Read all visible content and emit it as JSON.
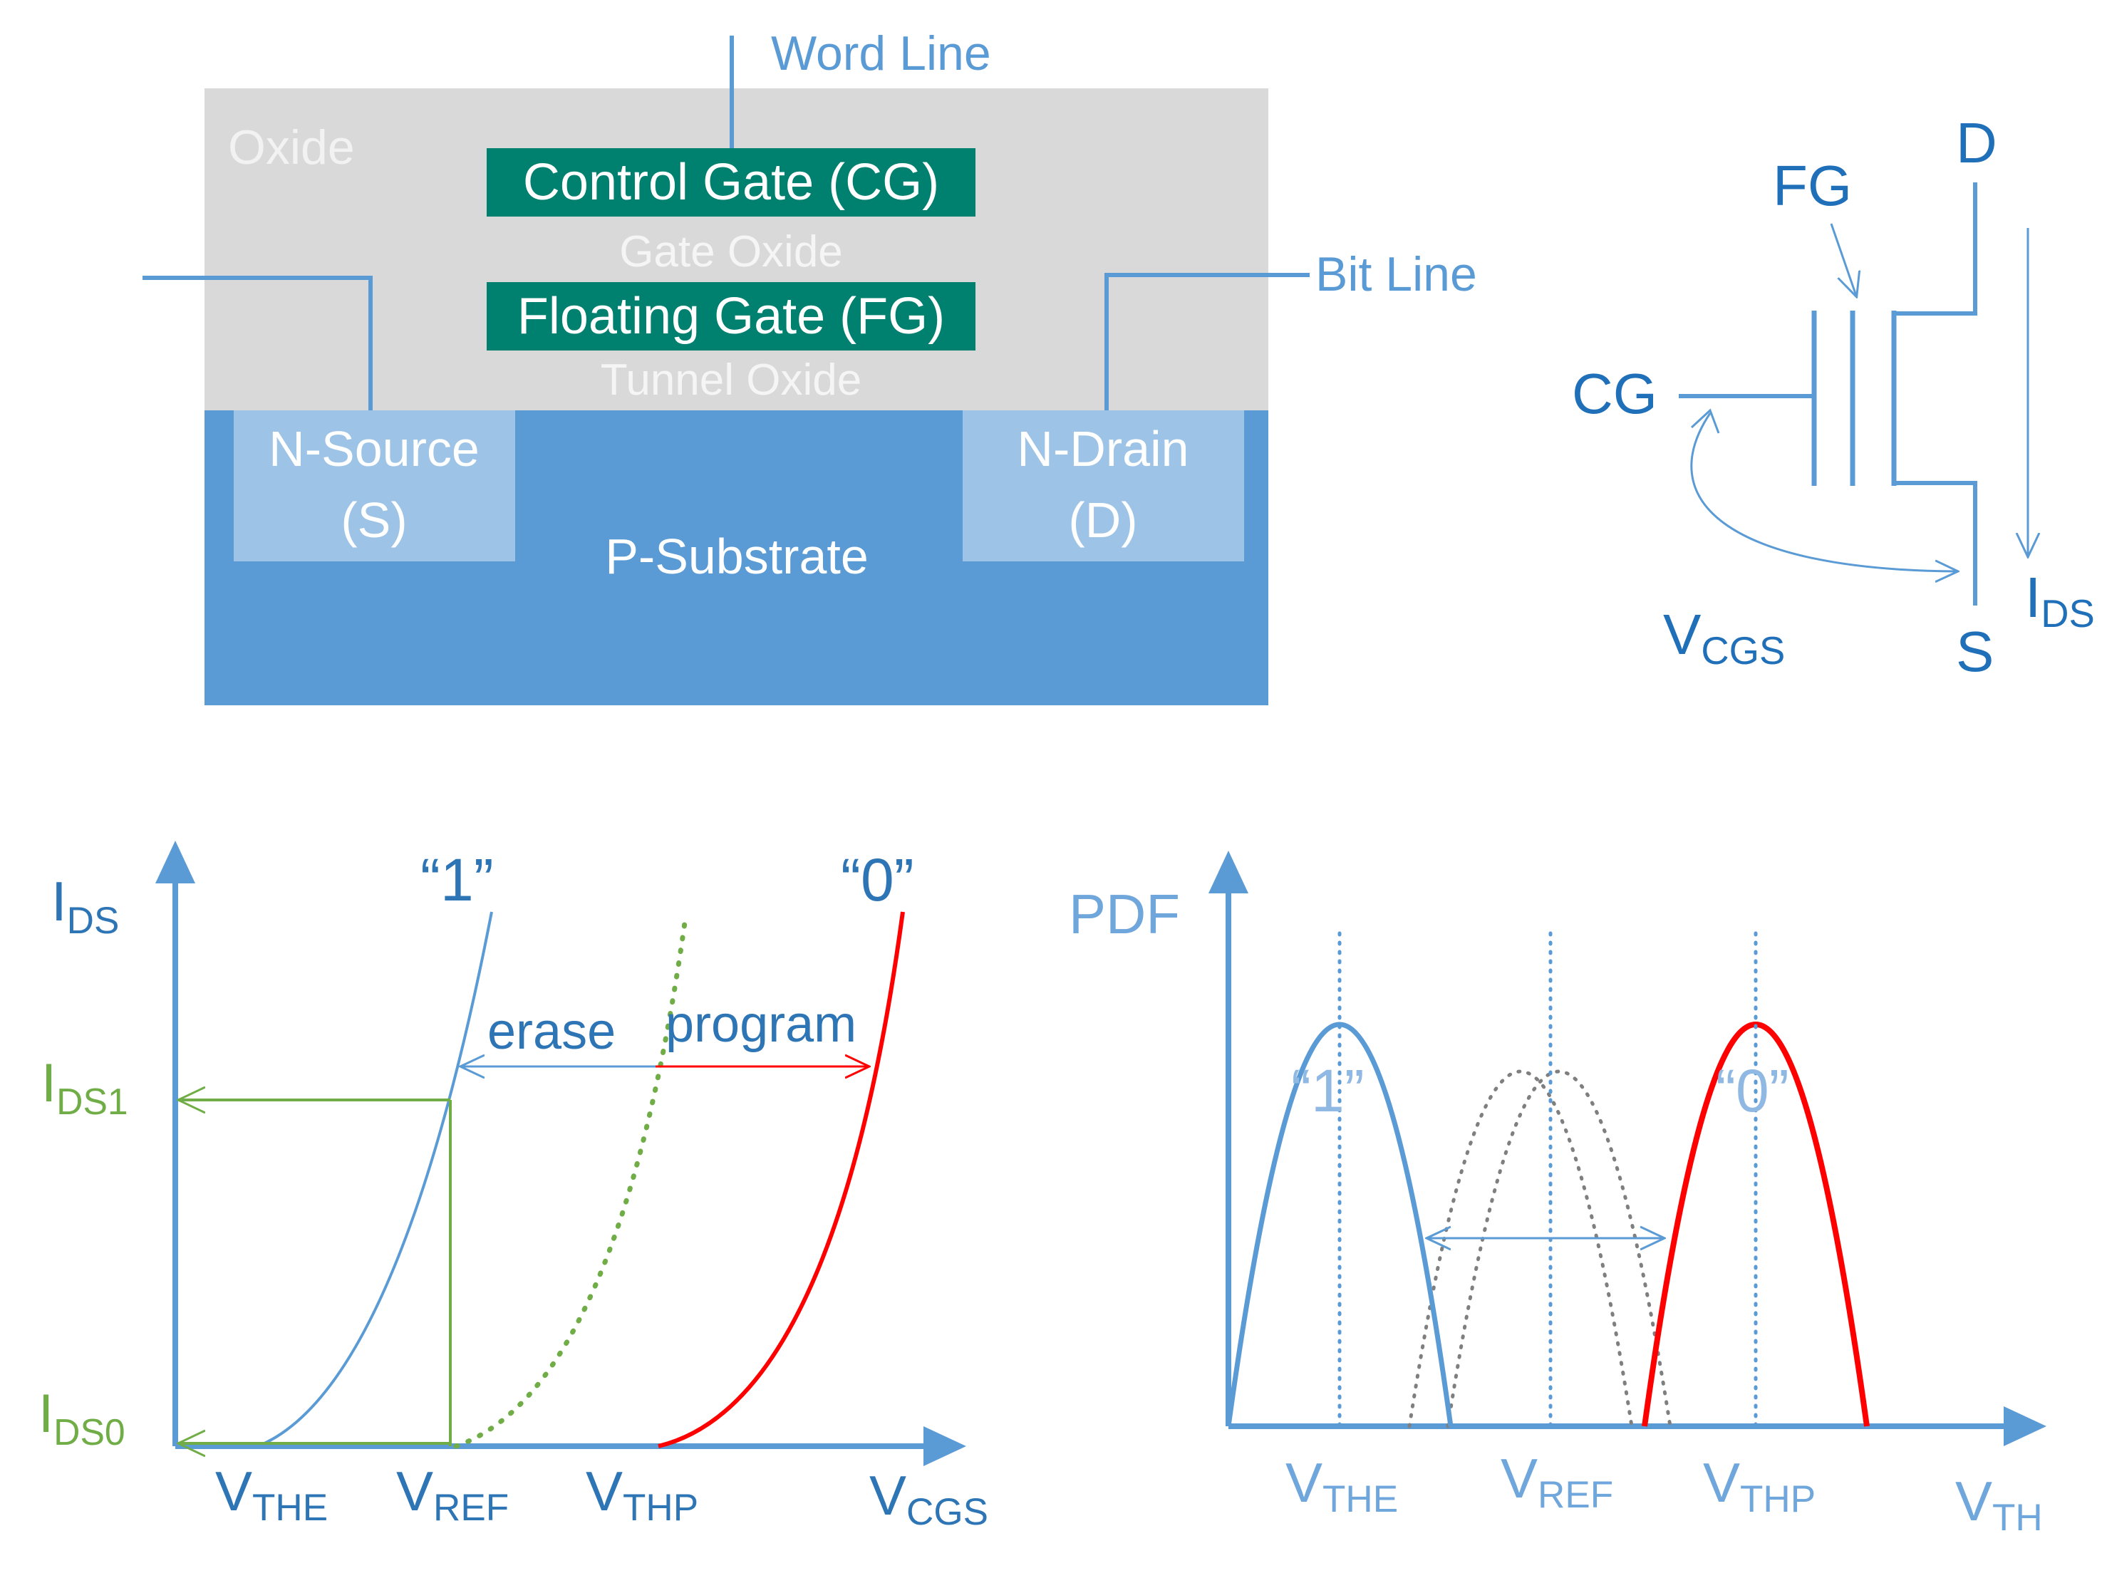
{
  "cell": {
    "word_line": "Word Line",
    "bit_line": "Bit Line",
    "oxide": "Oxide",
    "control_gate": "Control Gate (CG)",
    "gate_oxide": "Gate Oxide",
    "floating_gate": "Floating Gate (FG)",
    "tunnel_oxide": "Tunnel Oxide",
    "source_line1": "N-Source",
    "source_line2": "(S)",
    "drain_line1": "N-Drain",
    "drain_line2": "(D)",
    "substrate": "P-Substrate",
    "colors": {
      "oxide": "#d9d9d9",
      "gate": "#00806f",
      "substrate": "#5b9bd5",
      "well": "#9dc3e6"
    }
  },
  "symbol": {
    "fg": "FG",
    "cg": "CG",
    "d": "D",
    "s": "S",
    "v": "V",
    "v_sub": "CGS",
    "i": "I",
    "i_sub": "DS"
  },
  "iv_plot": {
    "y_axis": {
      "main": "I",
      "sub": "DS"
    },
    "x_axis": {
      "main": "V",
      "sub": "CGS"
    },
    "ids1": {
      "main": "I",
      "sub": "DS1"
    },
    "ids0": {
      "main": "I",
      "sub": "DS0"
    },
    "vthe": {
      "main": "V",
      "sub": "THE"
    },
    "vref": {
      "main": "V",
      "sub": "REF"
    },
    "vthp": {
      "main": "V",
      "sub": "THP"
    },
    "label_1": "“1”",
    "label_0": "“0”",
    "erase": "erase",
    "program": "program",
    "colors": {
      "erased": "#5b9bd5",
      "programmed": "#ff0000",
      "reference": "#70ad47"
    }
  },
  "pdf_plot": {
    "y_axis": "PDF",
    "x_axis": {
      "main": "V",
      "sub": "TH"
    },
    "label_1": "“1”",
    "label_0": "“0”",
    "vthe": {
      "main": "V",
      "sub": "THE"
    },
    "vref": {
      "main": "V",
      "sub": "REF"
    },
    "vthp": {
      "main": "V",
      "sub": "THP"
    },
    "colors": {
      "erased": "#5b9bd5",
      "programmed": "#ff0000",
      "intermediate": "#7f7f7f"
    }
  }
}
